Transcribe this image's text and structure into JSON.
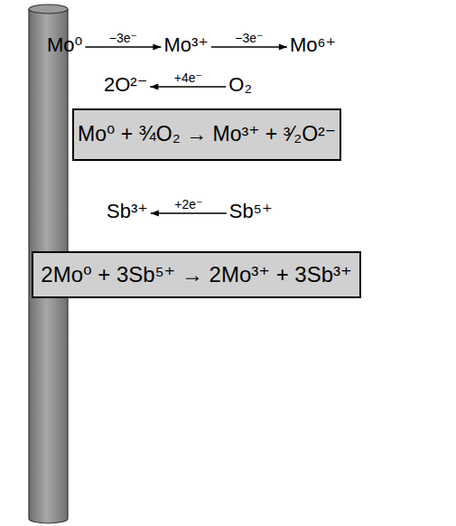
{
  "diagram": {
    "nodes": [
      {
        "text": [
          "Mo⁰ + ¾O₂ → Mo³⁺ + ³⁄₂O²⁻"
        ]
      },
      {
        "text": [
          "2Mo⁰ + 3Sb⁵⁺ → 2Mo³⁺ + 3Sb³⁺"
        ]
      }
    ],
    "labels": [
      "Mo⁰",
      "−3e⁻",
      "Mo³⁺",
      "−3e⁻",
      "Mo⁶⁺",
      "2O²⁻",
      "+4e⁻",
      "O₂",
      "Sb³⁺",
      "+2e⁻",
      "Sb⁵⁺"
    ]
  }
}
